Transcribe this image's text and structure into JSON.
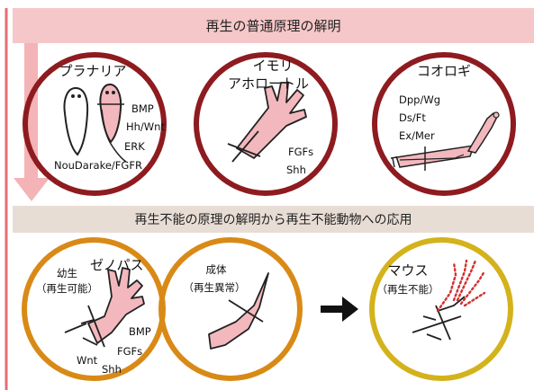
{
  "banners": {
    "top": "再生の普通原理の解明",
    "middle": "再生不能の原理の解明から再生不能動物への応用"
  },
  "planaria": {
    "title": "プラナリア",
    "factors": [
      "BMP",
      "Hh/Wnt",
      "ERK",
      "NouDarake/FGFR"
    ]
  },
  "newt": {
    "title_line1": "イモリ",
    "title_line2": "アホロートル",
    "factors": [
      "FGFs",
      "Shh"
    ]
  },
  "cricket": {
    "title": "コオロギ",
    "factors": [
      "Dpp/Wg",
      "Ds/Ft",
      "Ex/Mer"
    ]
  },
  "xenopus": {
    "stage": "幼生",
    "title": "ゼノパス",
    "status": "（再生可能）",
    "factors": [
      "BMP",
      "FGFs",
      "Wnt",
      "Shh"
    ]
  },
  "adult": {
    "stage": "成体",
    "status": "（再生異常）"
  },
  "mouse": {
    "title": "マウス",
    "status": "（再生不能）"
  },
  "colors": {
    "dark_red_circle": "#8e1b1f",
    "orange_circle": "#d98a16",
    "gold_circle": "#d4b21c",
    "limb_fill": "#f3b8bd",
    "pink_arrow": "#f4b3b6",
    "pink_line": "#e46f75"
  }
}
